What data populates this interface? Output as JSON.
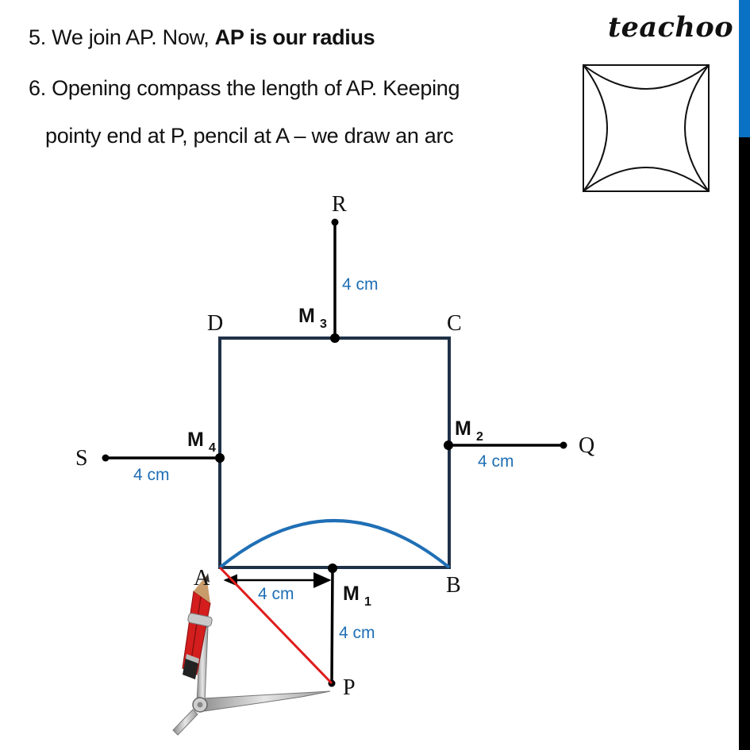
{
  "instructions": {
    "step5_prefix": "5. We join AP. Now, ",
    "step5_bold": "AP is our radius",
    "step6_line1": "6. Opening compass the length of AP.  Keeping",
    "step6_line2": "pointy end at P, pencil at A – we draw an arc"
  },
  "brand": {
    "name": "teachoo"
  },
  "colors": {
    "square_stroke": "#1f3147",
    "arc": "#1f6fb5",
    "radius_line": "#e01b1b",
    "segment": "#000000",
    "length_label": "#1f6fb5",
    "side_bar_top": "#0a72c4",
    "side_bar_bottom": "#000000"
  },
  "diagram": {
    "points": {
      "A": "A",
      "B": "B",
      "C": "C",
      "D": "D",
      "P": "P",
      "Q": "Q",
      "R": "R",
      "S": "S"
    },
    "midpoints": {
      "M1": {
        "base": "M",
        "sub": "1"
      },
      "M2": {
        "base": "M",
        "sub": "2"
      },
      "M3": {
        "base": "M",
        "sub": "3"
      },
      "M4": {
        "base": "M",
        "sub": "4"
      }
    },
    "lengths": {
      "M3R": "4 cm",
      "M2Q": "4 cm",
      "M4S": "4 cm",
      "AM1": "4 cm",
      "M1P": "4 cm"
    },
    "tool": "compass-with-pencil"
  }
}
